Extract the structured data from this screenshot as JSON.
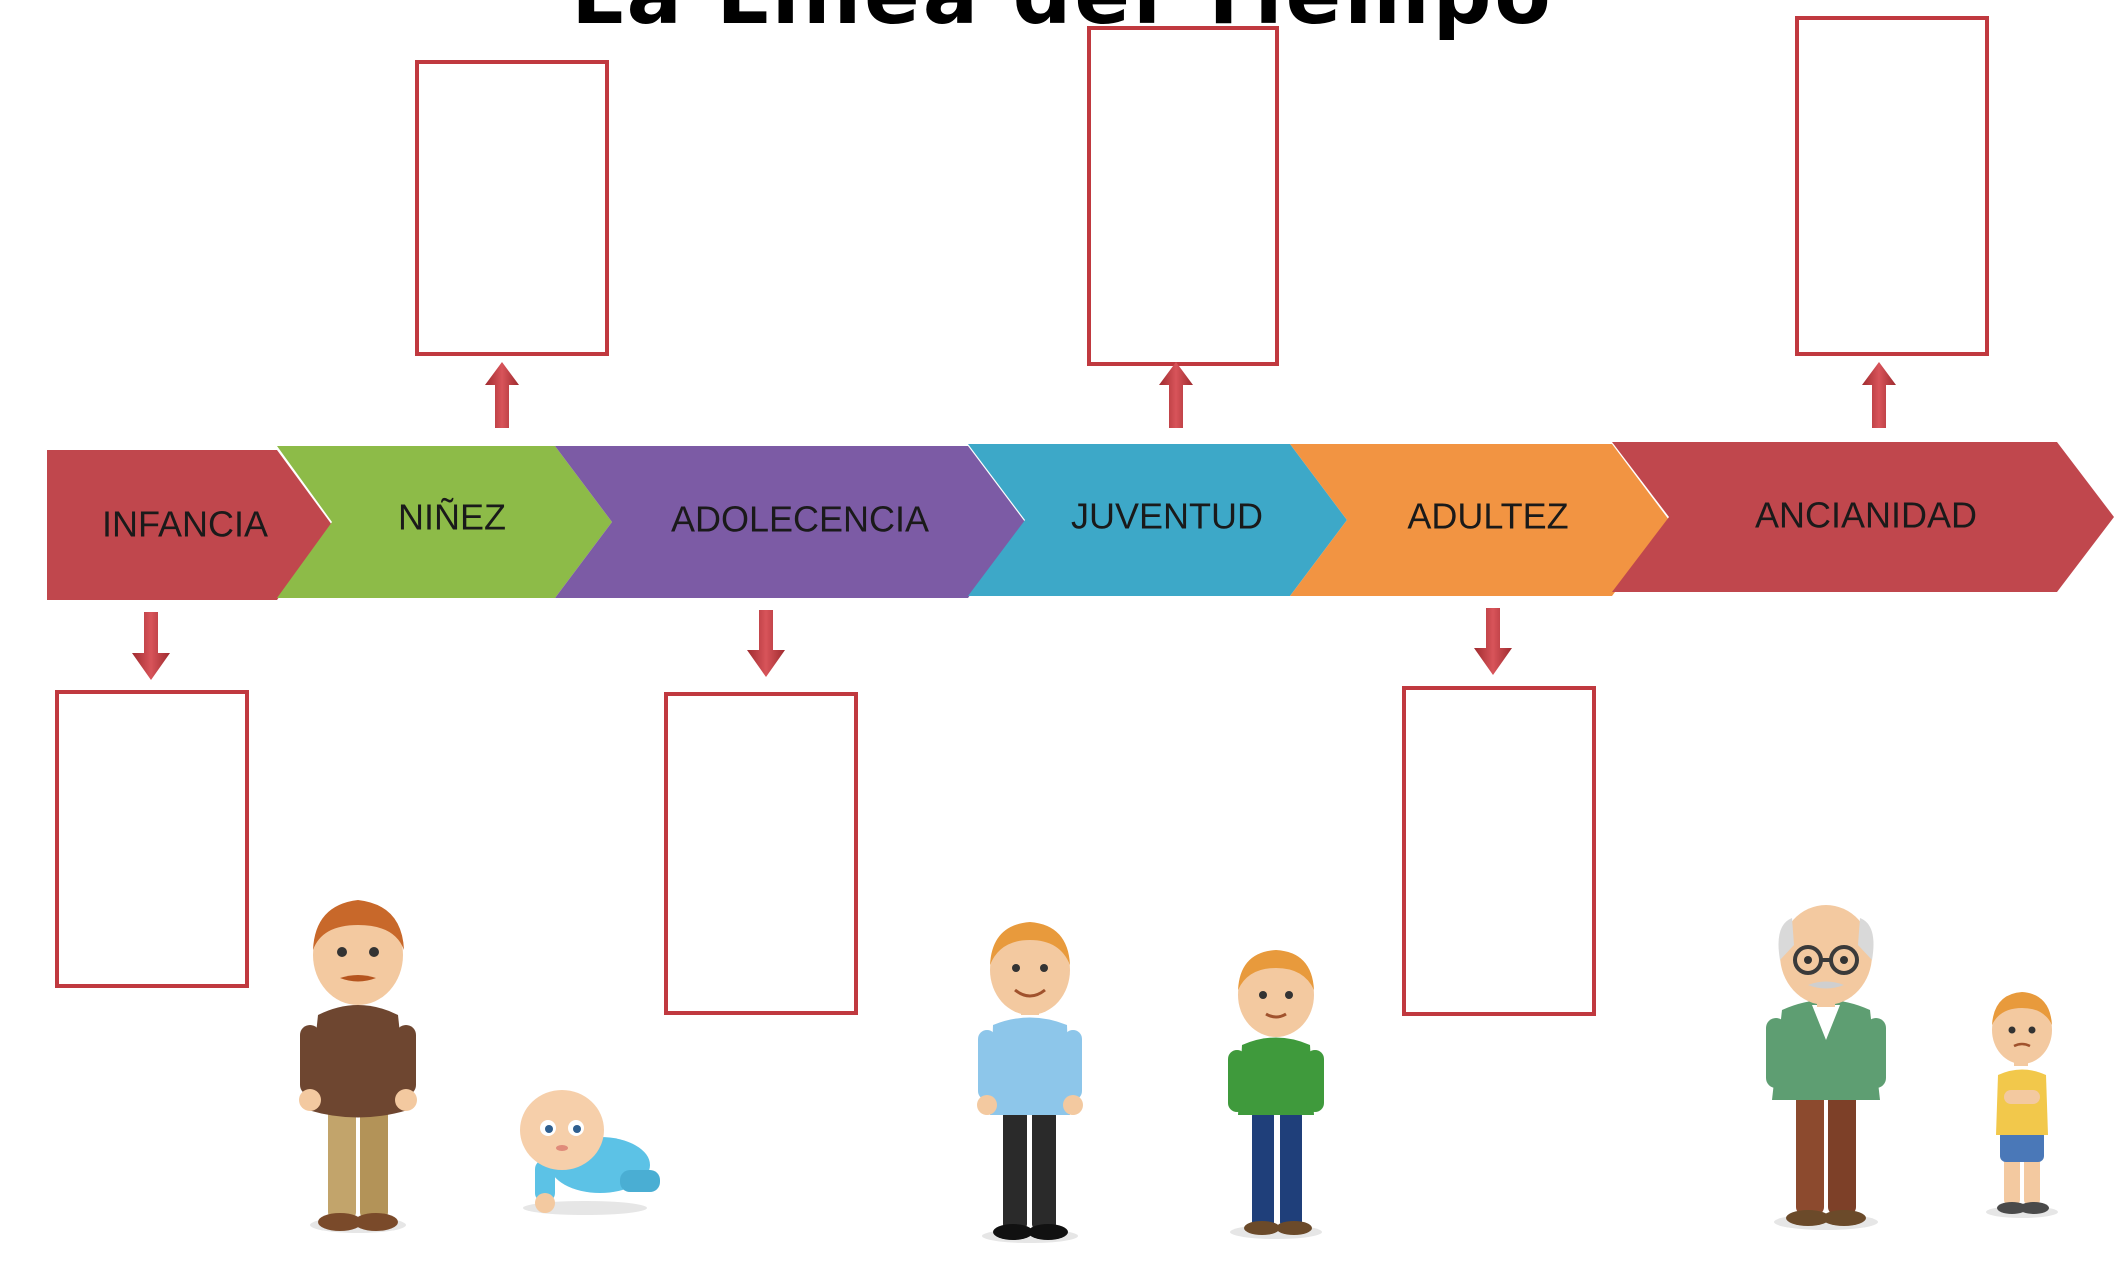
{
  "title": "La Línea del Tiempo",
  "stages": [
    {
      "label": "INFANCIA",
      "color": "#c0474d"
    },
    {
      "label": "NIÑEZ",
      "color": "#8dbb48"
    },
    {
      "label": "ADOLECENCIA",
      "color": "#7c5ba5"
    },
    {
      "label": "JUVENTUD",
      "color": "#3da8c8"
    },
    {
      "label": "ADULTEZ",
      "color": "#f29442"
    },
    {
      "label": "ANCIANIDAD",
      "color": "#c0474d"
    }
  ],
  "colors": {
    "box_border": "#c0393f",
    "arrow_dark": "#9f2b2f",
    "arrow_light": "#d8545a"
  },
  "characters": [
    {
      "name": "father",
      "icon": "adult-man-icon"
    },
    {
      "name": "baby",
      "icon": "crawling-baby-icon"
    },
    {
      "name": "young-man",
      "icon": "young-man-icon"
    },
    {
      "name": "teen",
      "icon": "teen-boy-icon"
    },
    {
      "name": "grandfather",
      "icon": "elderly-man-icon"
    },
    {
      "name": "child",
      "icon": "child-icon"
    }
  ]
}
